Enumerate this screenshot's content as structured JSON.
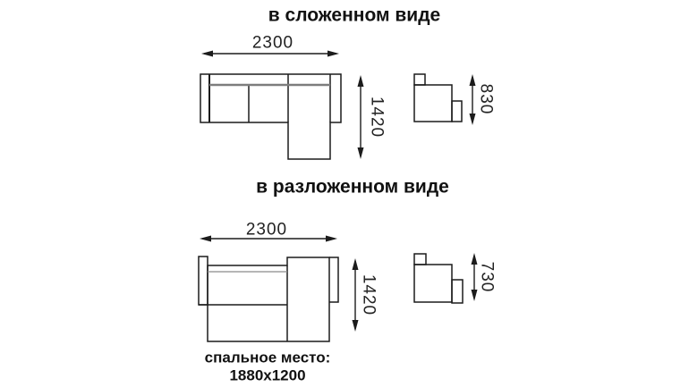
{
  "titles": {
    "folded": "в сложенном виде",
    "unfolded": "в разложенном виде"
  },
  "folded_view": {
    "width_mm": "2300",
    "depth_mm": "1420",
    "height_mm": "830"
  },
  "unfolded_view": {
    "width_mm": "2300",
    "depth_mm": "1420",
    "height_mm": "730"
  },
  "sleeping_area": {
    "label": "спальное место:",
    "size": "1880х1200"
  },
  "colors": {
    "line": "#1c1c1c",
    "backrest_line": "#7d7d7d",
    "background": "#ffffff"
  }
}
